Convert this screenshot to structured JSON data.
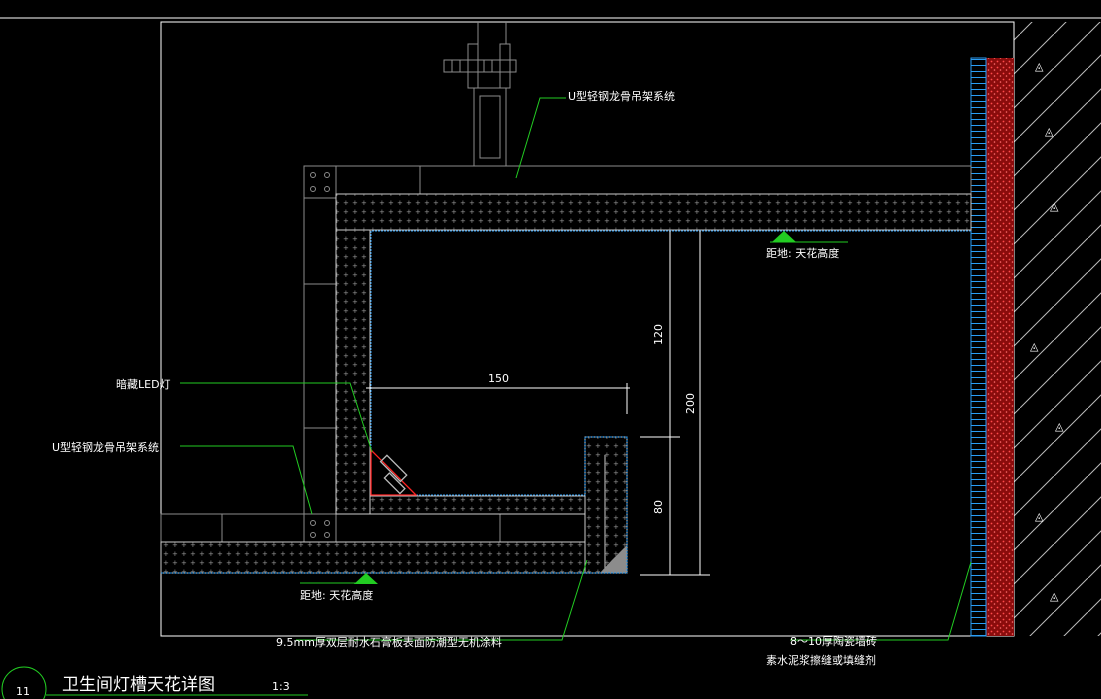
{
  "drawing": {
    "title": "卫生间灯槽天花详图",
    "scale": "1:3",
    "number": "11"
  },
  "labels": {
    "hanger_system_top": "U型轻钢龙骨吊架系统",
    "hanger_system_left": "U型轻钢龙骨吊架系统",
    "hidden_led": "暗藏LED灯",
    "ceiling_height_right": "距地: 天花高度",
    "ceiling_height_bottom": "距地: 天花高度",
    "board_spec": "9.5mm厚双层耐水石膏板表面防潮型无机涂料",
    "tile_line1": "8～10厚陶瓷墙砖",
    "tile_line2": "素水泥浆擦缝或填缝剂"
  },
  "dimensions": {
    "d150": "150",
    "d120": "120",
    "d200": "200",
    "d80": "80"
  },
  "colors": {
    "background": "#000000",
    "line": "#ffffff",
    "leader": "#22cc22",
    "finish": "#2a9df4",
    "light": "#ff2222",
    "wall_fill": "#cc1a1a",
    "gray": "#8c8c8c"
  }
}
